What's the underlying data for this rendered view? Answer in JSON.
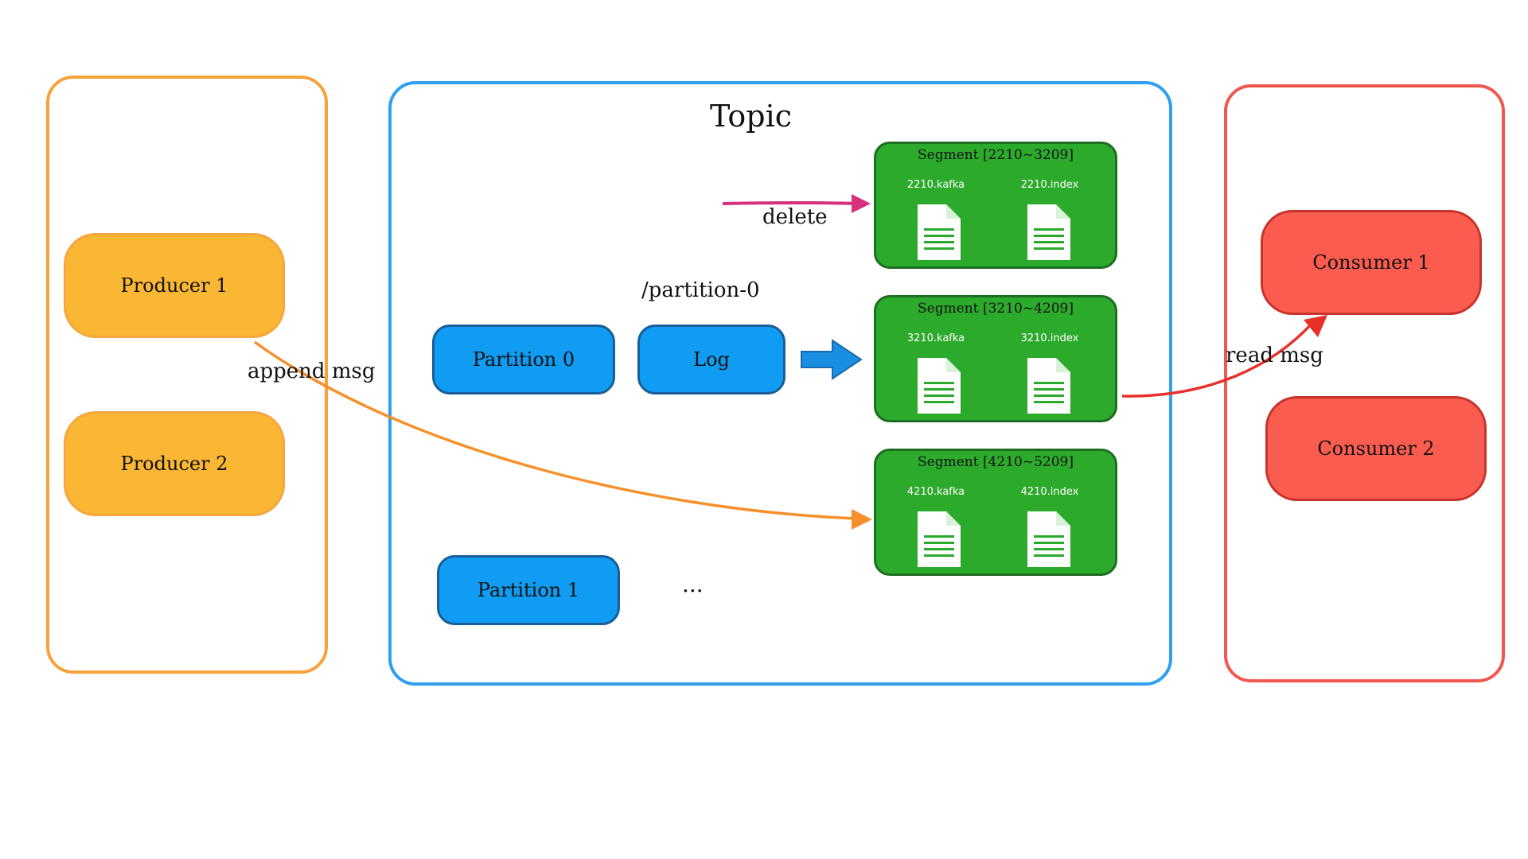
{
  "topic": {
    "title": "Topic"
  },
  "producers": [
    {
      "label": "Producer 1"
    },
    {
      "label": "Producer 2"
    }
  ],
  "consumers": [
    {
      "label": "Consumer 1"
    },
    {
      "label": "Consumer 2"
    }
  ],
  "partitions": [
    {
      "label": "Partition 0"
    },
    {
      "label": "Partition 1"
    }
  ],
  "log": {
    "label": "Log",
    "path": "/partition-0"
  },
  "ellipsis": "...",
  "segments": [
    {
      "title": "Segment [2210~3209]",
      "files": [
        "2210.kafka",
        "2210.index"
      ]
    },
    {
      "title": "Segment [3210~4209]",
      "files": [
        "3210.kafka",
        "3210.index"
      ]
    },
    {
      "title": "Segment [4210~5209]",
      "files": [
        "4210.kafka",
        "4210.index"
      ]
    }
  ],
  "edges": {
    "delete": "delete",
    "append": "append msg",
    "read": "read msg"
  },
  "colors": {
    "producer_fill": "#fab733",
    "consumer_fill": "#fa5c4f",
    "partition_fill": "#0f9cf2",
    "segment_fill": "#2caa2c",
    "producer_border": "#f7a23a",
    "topic_border": "#2f9ff0",
    "consumer_border": "#f0584f",
    "delete_arrow": "#d6307e",
    "append_arrow": "#f7902a",
    "read_arrow": "#e8302a",
    "log_arrow": "#1a8ee0"
  }
}
